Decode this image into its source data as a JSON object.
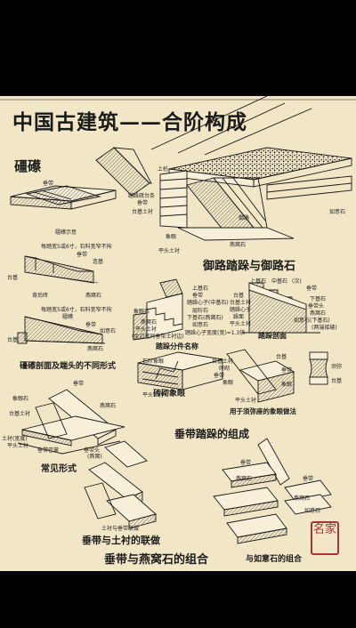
{
  "title": "中国古建筑——合阶构成",
  "sections": {
    "jiangcha": "礓礤",
    "yulu": "御路踏跺与御路石",
    "jiangcha_sections": "礓礤剖面及端头的不同形式",
    "parts_names": "踏跺分件名称",
    "tadu_section": "踏跺剖面",
    "brick_elephant_eye": "砖砌象眼",
    "sumeru_elephant_eye": "用于须弥座的象眼做法",
    "chuidai_composition": "垂带踏跺的组成",
    "common_forms": "常见形式",
    "chuidai_tuchen": "垂带与土衬的联做",
    "chuidai_yanwo": "垂带与燕窝石的组合",
    "ruyi_combo": "与如意石的组合"
  },
  "labels": {
    "jc_top_1": "垂带",
    "jc_shiyi": "礓礤示意",
    "jc_note1": "每踏宽5或6寸，石料宽窄不拘",
    "jc_note2": "每踏宽5或6寸，石料宽窄不拘",
    "jc_chuidai1": "垂带",
    "jc_lianji": "连基",
    "jc_taimian": "台基",
    "jc_yanwo1": "燕窝石",
    "jc_beiliao": "背后砖",
    "jc_chuidai2": "垂带",
    "jc_taimian2": "台基",
    "jc_ruyi": "如意石",
    "jc_yanwo2": "燕窝石",
    "jc_jiangcha": "礓礤",
    "yl_shangzhi": "上枋",
    "yl_jiangcha_tail": "踏跺疏台条",
    "yl_chuidai": "垂带",
    "yl_taijitu": "台基土衬",
    "yl_ruyi": "如意石",
    "yl_xiangyan": "象眼",
    "yl_yulu": "御路",
    "yl_yanwo": "燕窝石",
    "yl_pingtou": "平头土衬",
    "pn_shangzhi": "上基石",
    "pn_chuidai": "垂带",
    "pn_xin": "踏跺心子(中基石)",
    "pn_cengbu": "层阶石",
    "pn_xiangyan": "象眼石",
    "pn_yanwo": "燕窝石",
    "pn_ruyi": "如意石",
    "pn_pingtou": "平头土衬",
    "pn_xiabu": "下基石(燕窝石)",
    "pn_fangyan": "(金边宽同垂带土衬边)",
    "pn_bili": "踏跺心子宽度(宽)=1.3倍",
    "ts_taiji": "台基",
    "ts_shangji": "上基石",
    "ts_zhongji": "中基石",
    "ts_ciji": "(次)",
    "ts_chuidai": "垂带",
    "ts_xiaji": "下基石",
    "ts_yanwo": "燕窝石",
    "ts_pingtou": "平头土衬",
    "ts_fumian": "台基土衬",
    "ts_jiaoshi": "垂带头",
    "ts_zhudi": "踏跺心子",
    "ts_gao": "跺面",
    "ts_ruyi": "如意石(下基石)",
    "ts_lianji": "(两端接缝)",
    "be_taiji": "台基土衬",
    "be_zhuang": "砖砌",
    "be_chuidai": "垂带",
    "be_xiangyan": "象眼",
    "be_shiduan": "石阶象眼",
    "be_pingtou": "平头土衬",
    "su_taiji": "台基",
    "su_chuidai": "垂带",
    "su_xiangyan": "象眼",
    "su_tuchen": "平头土衬",
    "su_xumi": "须弥",
    "su_taimian": "台基",
    "cf_chuidai": "垂带",
    "cf_xiangyan": "象眼石",
    "cf_taijitu": "台基土衬",
    "cf_yanwo": "燕窝石",
    "cf_tuchen": "土衬(宽度)",
    "cf_pingtou": "平头土衬",
    "cf_chuidai_ba": "垂带巴掌",
    "cf_chuidai_tou": "垂带头",
    "cf_chuidai_ba2": "(燕窝)",
    "ct_label": "土衬与垂带联做",
    "yw_chuidai1": "垂带",
    "yw_yanwo1": "燕窝石",
    "yw_chuidai2": "垂带",
    "yw_yanwo2": "燕窝石",
    "yw_ruyi": "如意石"
  },
  "seal": "名家"
}
